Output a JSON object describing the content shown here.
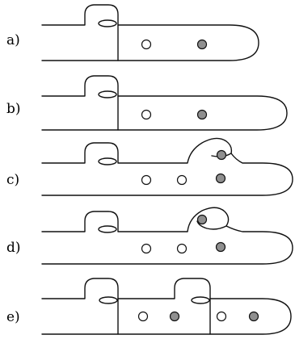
{
  "panels": [
    {
      "label": "a)"
    },
    {
      "label": "b)"
    },
    {
      "label": "c)"
    },
    {
      "label": "d)"
    },
    {
      "label": "e)"
    }
  ],
  "colors": {
    "outline": "#111111",
    "filled_dot": "#8f8f8f",
    "open_dot": "#ffffff",
    "background": "#ffffff"
  }
}
